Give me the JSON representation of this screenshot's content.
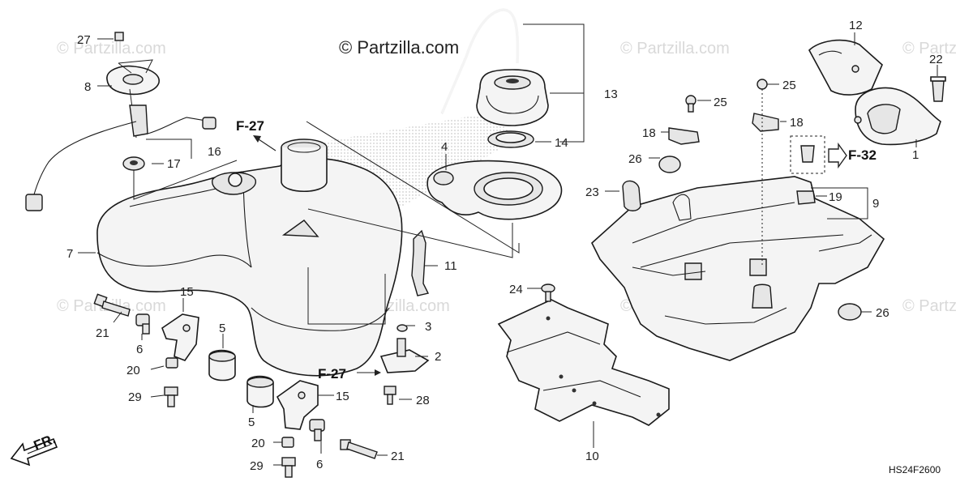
{
  "watermarks": {
    "main": "© Partzilla.com",
    "faint": "© Partzilla.com",
    "faint_cut": "© Partz"
  },
  "diagram_code": "HS24F2600",
  "direction_label": "FR.",
  "refs": {
    "f27": "F-27",
    "f32": "F-32"
  },
  "labels": {
    "p1": "1",
    "p2": "2",
    "p3": "3",
    "p4": "4",
    "p5a": "5",
    "p5b": "5",
    "p6a": "6",
    "p6b": "6",
    "p7": "7",
    "p8": "8",
    "p9": "9",
    "p10": "10",
    "p11": "11",
    "p12": "12",
    "p13": "13",
    "p14": "14",
    "p15a": "15",
    "p15b": "15",
    "p16": "16",
    "p17": "17",
    "p18a": "18",
    "p18b": "18",
    "p19": "19",
    "p20a": "20",
    "p20b": "20",
    "p21a": "21",
    "p21b": "21",
    "p22": "22",
    "p23": "23",
    "p24": "24",
    "p25a": "25",
    "p25b": "25",
    "p26a": "26",
    "p26b": "26",
    "p27": "27",
    "p28": "28",
    "p29a": "29",
    "p29b": "29"
  }
}
